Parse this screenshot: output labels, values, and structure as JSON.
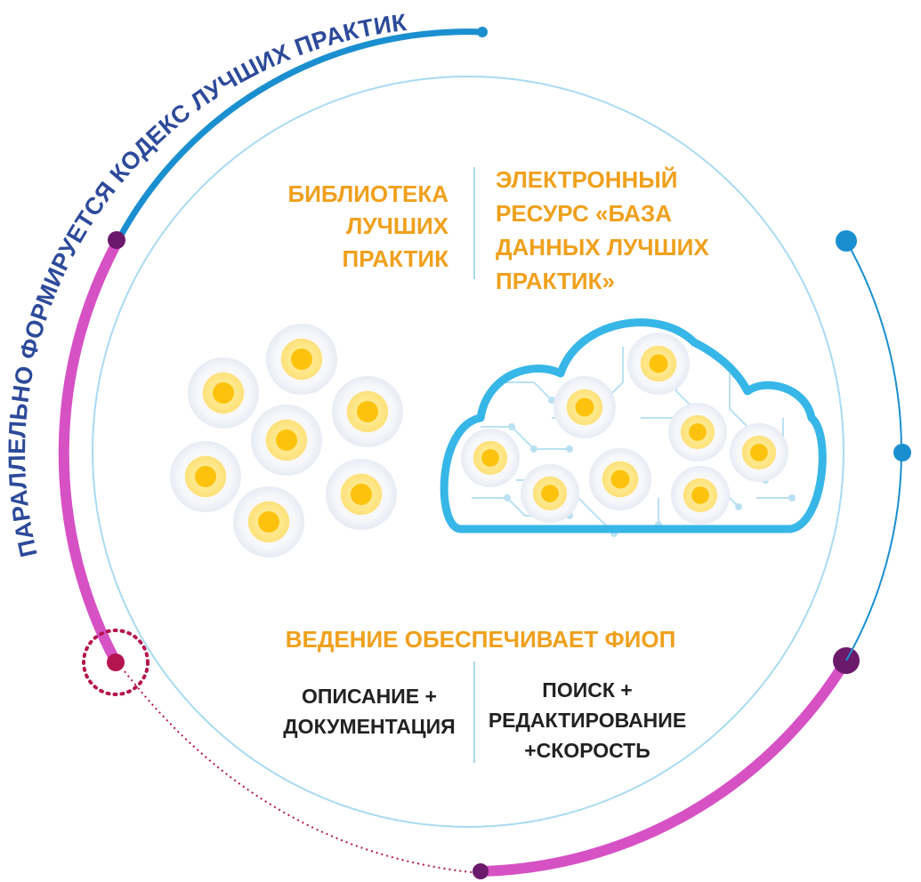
{
  "arc_text": "ПАРАЛЛЕЛЬНО ФОРМИРУЕТСЯ КОДЕКС ЛУЧШИХ ПРАКТИК",
  "library": {
    "lines": [
      "БИБЛИОТЕКА",
      "ЛУЧШИХ",
      "ПРАКТИК"
    ]
  },
  "resource": {
    "lines": [
      "ЭЛЕКТРОННЫЙ",
      "РЕСУРС «БАЗА",
      "ДАННЫХ ЛУЧШИХ",
      "ПРАКТИК»"
    ]
  },
  "fiop": {
    "title": "ВЕДЕНИЕ ОБЕСПЕЧИВАЕТ ФИОП",
    "left_lines": [
      "ОПИСАНИЕ +",
      "ДОКУМЕНТАЦИЯ"
    ],
    "right_lines": [
      "ПОИСК +",
      "РЕДАКТИРОВАНИЕ",
      "+СКОРОСТЬ"
    ]
  },
  "colors": {
    "orange": "#f0a01c",
    "navy": "#2d4a9a",
    "blue": "#1a8fd0",
    "magenta": "#d651c4",
    "purple": "#6b1a6b",
    "crimson": "#b5154f",
    "circle": "#a9daf2",
    "cloud": "#37b6e8",
    "circuit": "#b9e1f3",
    "dark_text": "#222222"
  }
}
